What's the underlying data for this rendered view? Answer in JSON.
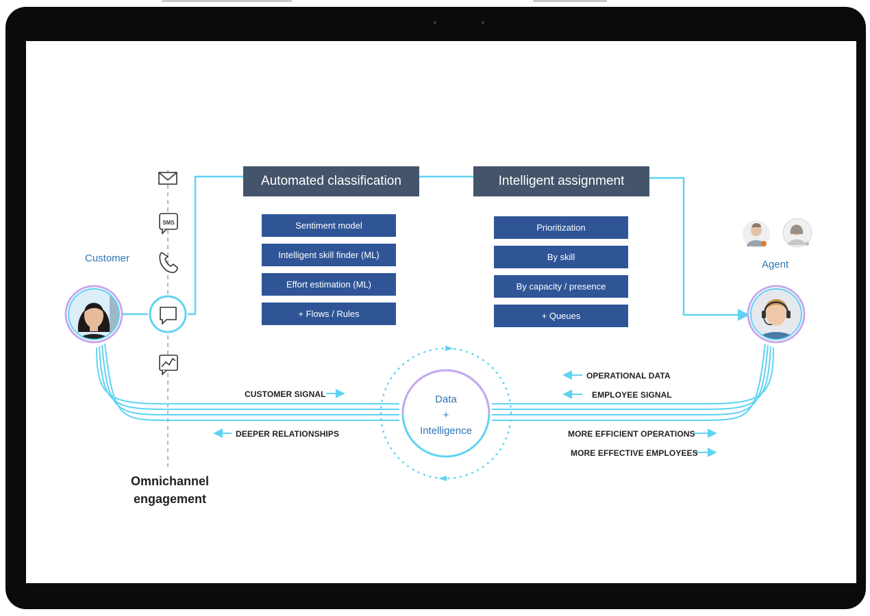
{
  "channels": {
    "icons": [
      "email-icon",
      "sms-icon",
      "phone-icon",
      "chat-icon",
      "analytics-icon"
    ],
    "sms_text": "SMS"
  },
  "customer_label": "Customer",
  "agent_label": "Agent",
  "classification": {
    "title": "Automated classification",
    "items": [
      "Sentiment model",
      "Intelligent skill finder (ML)",
      "Effort estimation (ML)",
      "+ Flows / Rules"
    ]
  },
  "assignment": {
    "title": "Intelligent assignment",
    "items": [
      "Prioritization",
      "By skill",
      "By capacity / presence",
      "+ Queues"
    ]
  },
  "center": {
    "line1": "Data",
    "line2": "+",
    "line3": "Intelligence"
  },
  "signals": {
    "customer_signal": "CUSTOMER SIGNAL",
    "deeper_relationships": "DEEPER RELATIONSHIPS",
    "operational_data": "OPERATIONAL DATA",
    "employee_signal": "EMPLOYEE SIGNAL",
    "more_efficient_operations": "MORE EFFICIENT OPERATIONS",
    "more_effective_employees": "MORE EFFECTIVE EMPLOYEES"
  },
  "omnichannel": {
    "line1": "Omnichannel",
    "line2": "engagement"
  },
  "colors": {
    "header_bg": "#44546a",
    "box_bg": "#2f5597",
    "flow_line": "#5fd3f3",
    "accent_text": "#2e75b6",
    "ring_purple": "#c9a7ec"
  }
}
